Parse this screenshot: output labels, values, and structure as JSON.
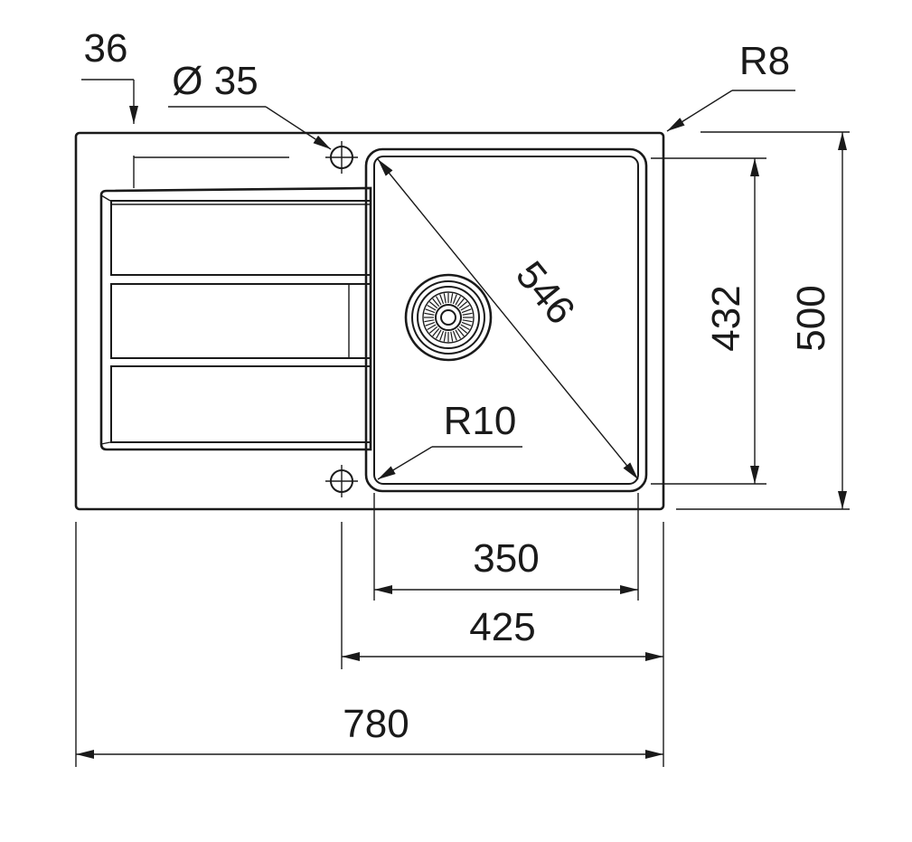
{
  "dimensions": {
    "drainer_offset": "36",
    "tap_hole_diameter": "Ø 35",
    "corner_radius_outer": "R8",
    "bowl_diagonal": "546",
    "bowl_inner_radius": "R10",
    "bowl_depth": "432",
    "overall_depth": "500",
    "bowl_width": "350",
    "bowl_with_hole_width": "425",
    "overall_width": "780"
  }
}
